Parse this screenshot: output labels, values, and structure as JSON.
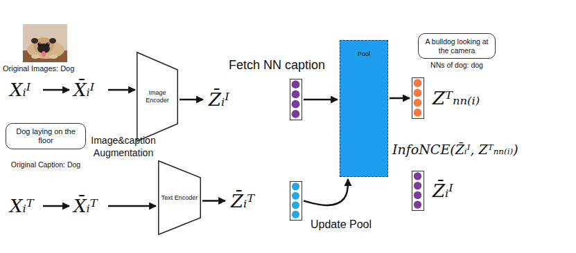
{
  "diagram": {
    "nodes": [
      {
        "text": [
          "Image Encoder"
        ]
      },
      {
        "text": [
          "Z̄ᵢᴵ"
        ]
      },
      {
        "text": [
          "Pool"
        ]
      },
      {
        "text": [
          "A bulldog looking at the camera",
          "NNs of dog: dog"
        ]
      },
      {
        "text": [
          "Zᵀₙₙ₍ᵢ₎"
        ]
      },
      {
        "text": [
          "Dog laying on the floor",
          "Original Caption: Dog"
        ]
      },
      {
        "text": [
          "Text Encoder"
        ]
      },
      {
        "text": [
          "Z̄ᵢᵀ"
        ]
      },
      {
        "text": [
          "Z̄ᵢᴵ"
        ]
      }
    ],
    "edges": [
      {
        "from": 0,
        "to": 1,
        "arrow": "to"
      },
      {
        "from": 1,
        "to": 2,
        "label": "Fetch NN caption",
        "arrow": "to"
      },
      {
        "from": 2,
        "to": 4,
        "arrow": "to"
      },
      {
        "from": 6,
        "to": 7,
        "arrow": "to"
      },
      {
        "from": 7,
        "to": 2,
        "label": "Update Pool",
        "arrow": "to"
      }
    ],
    "labels": [
      "Original Images: Dog",
      "Xᵢᴵ",
      "X̄ᵢᴵ",
      "Image&caption Augmentation",
      "Xᵢᵀ",
      "X̄ᵢᵀ",
      "InfoNCE(Z̄ᵢᴵ, Zᵀₙₙ₍ᵢ₎)"
    ]
  }
}
